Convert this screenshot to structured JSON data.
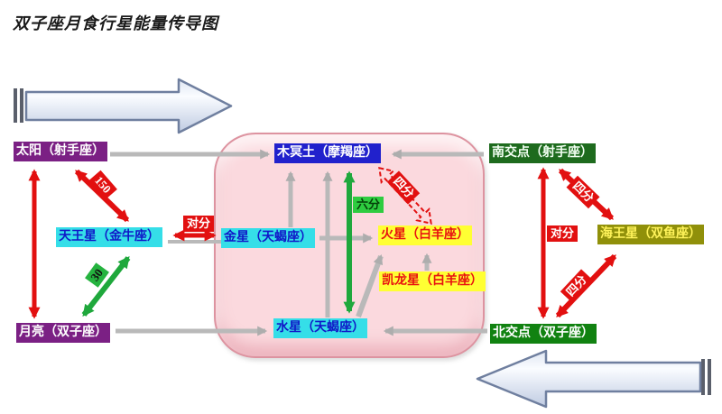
{
  "title": "双子座月食行星能量传导图",
  "nodes": {
    "sun": "太阳（射手座）",
    "uranus": "天王星（金牛座）",
    "moon": "月亮（双子座）",
    "jupiter_pluto_saturn": "木冥土（摩羯座）",
    "venus": "金星（天蝎座）",
    "mars": "火星（白羊座）",
    "chiron": "凯龙星（白羊座）",
    "mercury": "水星（天蝎座）",
    "south_node": "南交点（射手座）",
    "neptune": "海王星（双鱼座）",
    "north_node": "北交点（双子座）"
  },
  "aspect_labels": {
    "sun_uranus": "150",
    "uranus_moon": "30",
    "uranus_venus": "对分",
    "mercury_jps": "六分",
    "jps_mars": "四分",
    "snode_nnode": "对分",
    "snode_neptune": "四分",
    "nnode_neptune": "四分"
  },
  "colors": {
    "panel_pink": "#FBD9DE",
    "panel_border": "#DD93A0",
    "node_purple": "#7B2084",
    "node_cyan": "#35DEE8",
    "node_blue": "#2121CC",
    "node_yellow": "#FFFF33",
    "node_dark_green": "#1E6B1E",
    "node_green": "#118211",
    "node_olive": "#90900A",
    "aspect_red": "#E21010",
    "aspect_green": "#1FA83C",
    "connector_gray": "#b9b9b9",
    "big_arrow_fill": "#dfe6f2",
    "big_arrow_outline": "#6f7f9f"
  }
}
